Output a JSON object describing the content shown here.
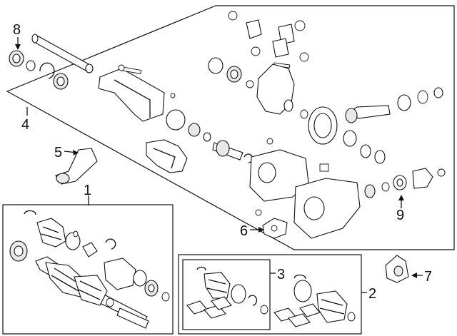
{
  "callouts": {
    "c1": "1",
    "c2": "2",
    "c3": "3",
    "c4": "4",
    "c5": "5",
    "c6": "6",
    "c7": "7",
    "c8": "8",
    "c9": "9"
  },
  "colors": {
    "line": "#111111",
    "background": "#ffffff",
    "part_shade": "#e9e9e9"
  }
}
